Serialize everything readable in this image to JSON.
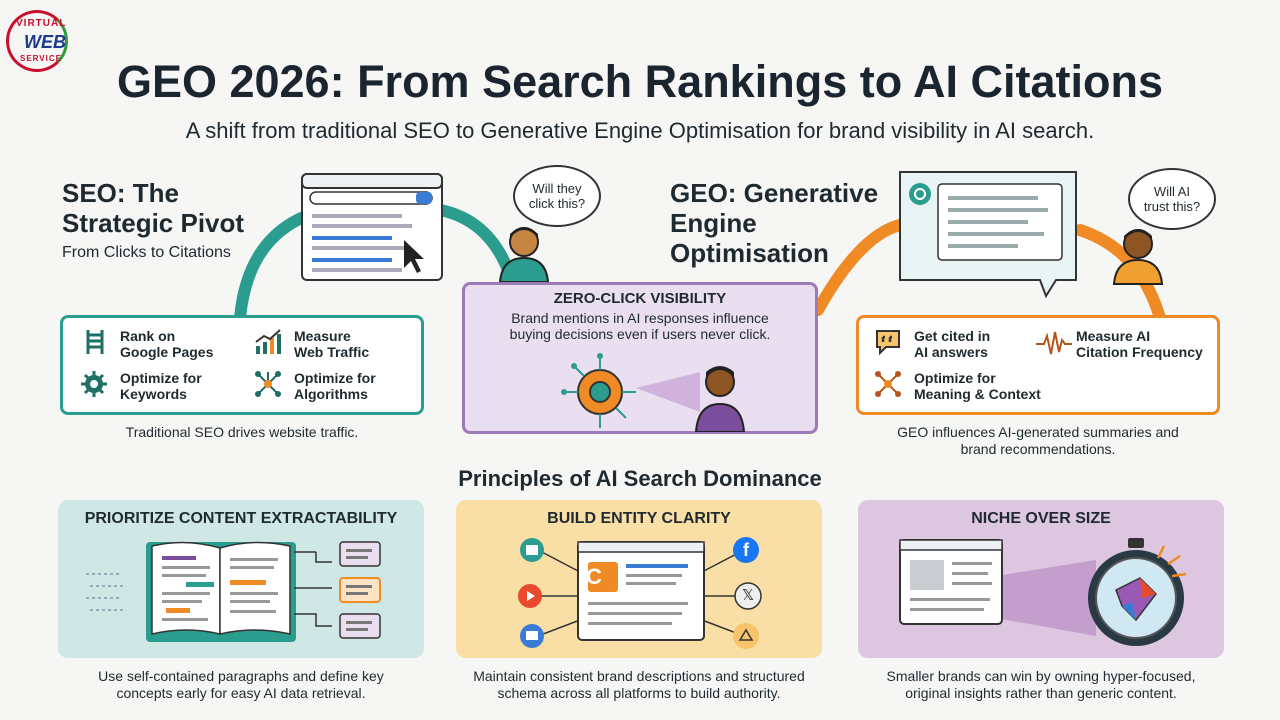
{
  "logo": {
    "line1": "VIRTUAL",
    "line2": "WEB",
    "line3": "SERVICE"
  },
  "header": {
    "title": "GEO 2026: From Search Rankings to AI Citations",
    "subtitle": "A shift from traditional SEO to Generative Engine Optimisation for brand visibility in AI search."
  },
  "seo": {
    "heading_line1": "SEO: The",
    "heading_line2": "Strategic Pivot",
    "subheading": "From Clicks to Citations",
    "bubble": [
      "Will they",
      "click this?"
    ],
    "features": [
      {
        "line1": "Rank on",
        "line2": "Google Pages",
        "icon": "ladder-icon"
      },
      {
        "line1": "Measure",
        "line2": "Web Traffic",
        "icon": "bar-chart-icon"
      },
      {
        "line1": "Optimize for",
        "line2": "Keywords",
        "icon": "gear-icon"
      },
      {
        "line1": "Optimize for",
        "line2": "Algorithms",
        "icon": "network-icon"
      }
    ],
    "caption": "Traditional SEO drives website traffic."
  },
  "zero_click": {
    "title": "ZERO-CLICK VISIBILITY",
    "text": "Brand mentions in AI responses influence buying decisions even if users never click."
  },
  "geo": {
    "heading_line1": "GEO: Generative",
    "heading_line2": "Engine",
    "heading_line3": "Optimisation",
    "bubble": [
      "Will AI",
      "trust this?"
    ],
    "features": [
      {
        "line1": "Get cited in",
        "line2": "AI answers",
        "icon": "quote-icon"
      },
      {
        "line1": "Measure AI",
        "line2": "Citation Frequency",
        "icon": "waveform-icon"
      },
      {
        "line1": "Optimize for",
        "line2": "Meaning & Context",
        "icon": "network-icon"
      }
    ],
    "caption_line1": "GEO influences AI-generated summaries and",
    "caption_line2": "brand recommendations."
  },
  "principles": {
    "heading": "Principles of AI Search Dominance",
    "cards": [
      {
        "title": "PRIORITIZE CONTENT EXTRACTABILITY",
        "text_line1": "Use self-contained paragraphs and define key",
        "text_line2": "concepts early for easy AI data retrieval.",
        "bg": "#cfe8e6"
      },
      {
        "title": "BUILD ENTITY CLARITY",
        "text_line1": "Maintain consistent brand descriptions and structured",
        "text_line2": "schema across all platforms to build authority.",
        "bg": "#f9dfa6"
      },
      {
        "title": "NICHE OVER SIZE",
        "text_line1": "Smaller brands can win by owning hyper-focused,",
        "text_line2": "original insights rather than generic content.",
        "bg": "#dcc6e0"
      }
    ]
  },
  "icons": {
    "facebook": "f",
    "x": "𝕏",
    "brand": "C"
  },
  "colors": {
    "teal": "#2a9d8f",
    "orange": "#f08a24",
    "purple": "#9b7cb8",
    "dark": "#1b2530"
  }
}
